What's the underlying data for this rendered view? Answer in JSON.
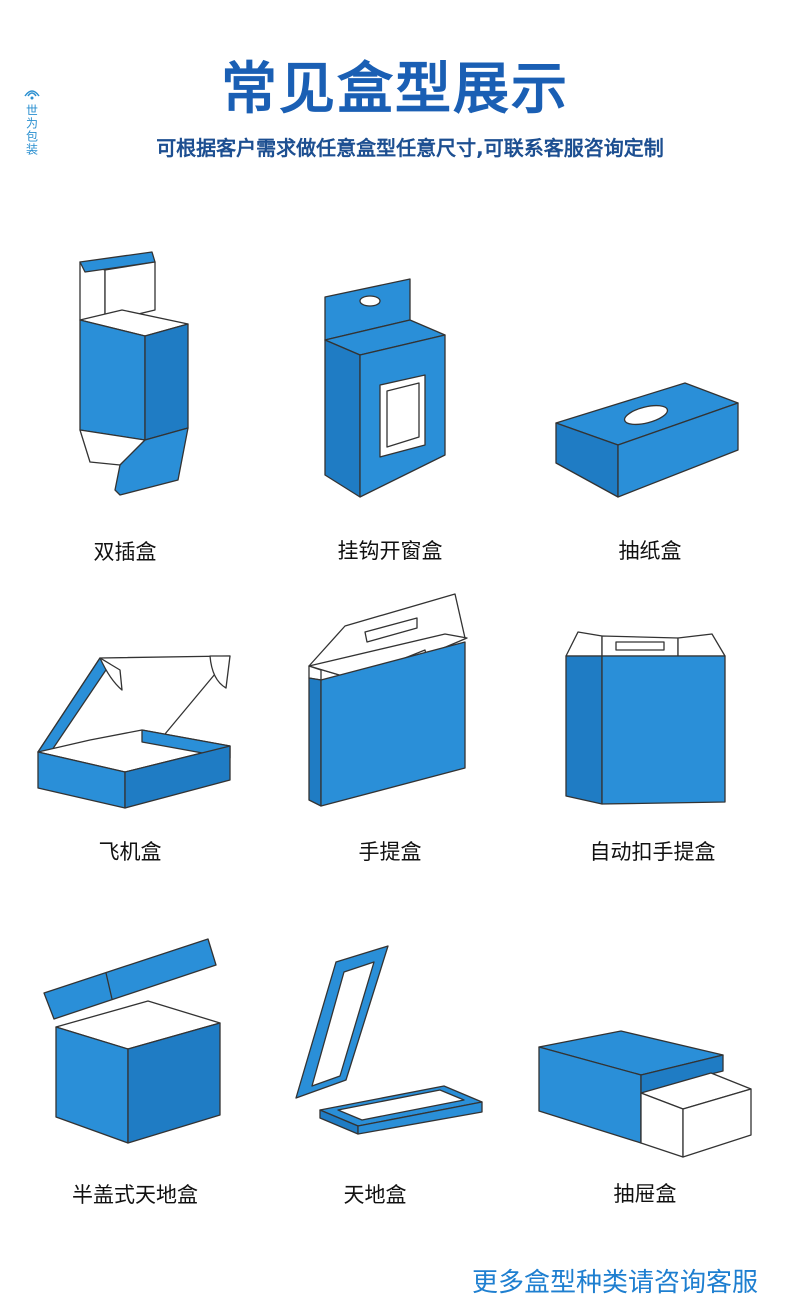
{
  "brand": {
    "name": "世为包装"
  },
  "header": {
    "title": "常见盒型展示",
    "subtitle": "可根据客户需求做任意盒型任意尺寸,可联系客服咨询定制"
  },
  "colors": {
    "accent": "#2a8fd8",
    "accent_dark": "#1a6fb8",
    "title": "#1a5fb4",
    "line": "#333333"
  },
  "boxes": [
    {
      "label": "双插盒"
    },
    {
      "label": "挂钩开窗盒"
    },
    {
      "label": "抽纸盒"
    },
    {
      "label": "飞机盒"
    },
    {
      "label": "手提盒"
    },
    {
      "label": "自动扣手提盒"
    },
    {
      "label": "半盖式天地盒"
    },
    {
      "label": "天地盒"
    },
    {
      "label": "抽屉盒"
    }
  ],
  "footer": {
    "link_text": "更多盒型种类请咨询客服"
  }
}
